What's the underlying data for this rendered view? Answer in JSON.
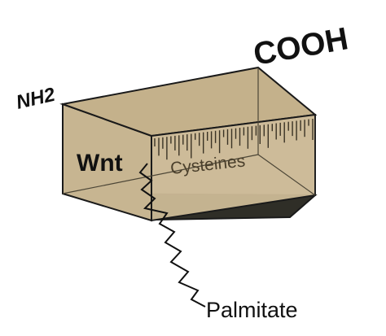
{
  "labels": {
    "n_terminus": "NH2",
    "c_terminus": "COOH",
    "protein": "Wnt",
    "residues": "Cysteines",
    "lipid": "Palmitate"
  },
  "colors": {
    "box_front": "#c7b591",
    "box_top": "#c4b18b",
    "box_side": "#cbb995",
    "box_bottom": "#2f2e27",
    "outline": "#1a1a1a",
    "cysteine_label": "#4a3f2b",
    "text": "#111111"
  }
}
